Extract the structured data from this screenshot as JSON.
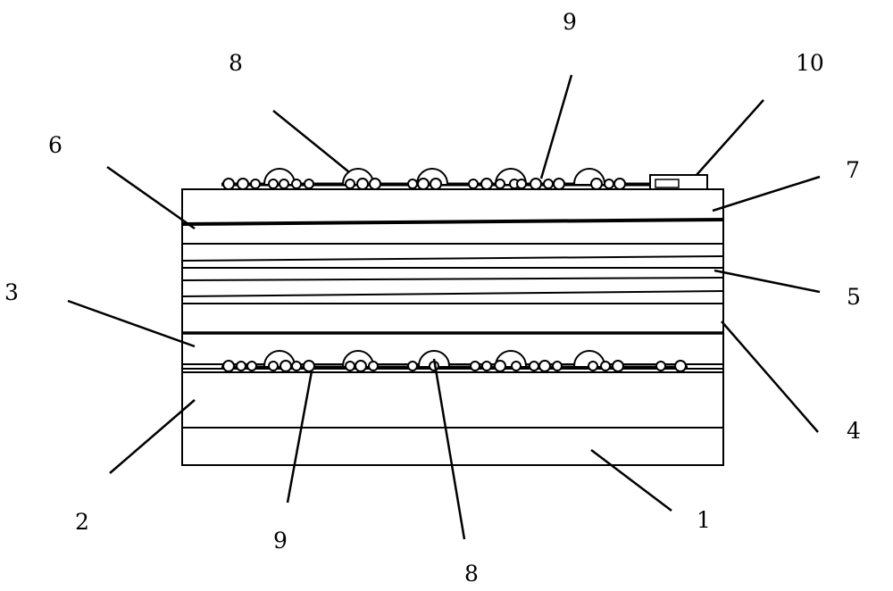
{
  "labels": {
    "top_8": "8",
    "top_9": "9",
    "top_10": "10",
    "left_6": "6",
    "right_7": "7",
    "left_3": "3",
    "right_5": "5",
    "left_2": "2",
    "right_4": "4",
    "bottom_9": "9",
    "bottom_8": "8",
    "bottom_1": "1"
  }
}
